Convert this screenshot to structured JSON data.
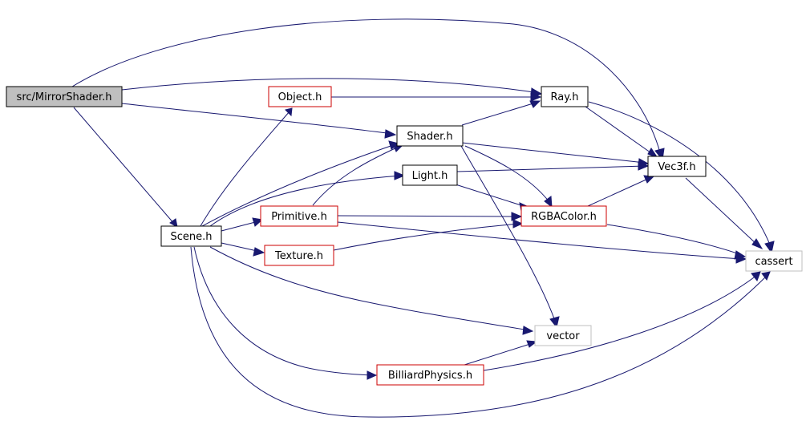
{
  "diagram": {
    "nodes": [
      {
        "id": "mirror",
        "label": "src/MirrorShader.h",
        "fill": "#bfbfbf",
        "stroke": "#000000"
      },
      {
        "id": "object",
        "label": "Object.h",
        "fill": "#ffffff",
        "stroke": "#cc0000"
      },
      {
        "id": "ray",
        "label": "Ray.h",
        "fill": "#ffffff",
        "stroke": "#000000"
      },
      {
        "id": "shader",
        "label": "Shader.h",
        "fill": "#ffffff",
        "stroke": "#000000"
      },
      {
        "id": "vec3f",
        "label": "Vec3f.h",
        "fill": "#ffffff",
        "stroke": "#000000"
      },
      {
        "id": "light",
        "label": "Light.h",
        "fill": "#ffffff",
        "stroke": "#000000"
      },
      {
        "id": "scene",
        "label": "Scene.h",
        "fill": "#ffffff",
        "stroke": "#000000"
      },
      {
        "id": "primitive",
        "label": "Primitive.h",
        "fill": "#ffffff",
        "stroke": "#cc0000"
      },
      {
        "id": "rgba",
        "label": "RGBAColor.h",
        "fill": "#ffffff",
        "stroke": "#cc0000"
      },
      {
        "id": "texture",
        "label": "Texture.h",
        "fill": "#ffffff",
        "stroke": "#cc0000"
      },
      {
        "id": "cassert",
        "label": "cassert",
        "fill": "#ffffff",
        "stroke": "#bfbfbf"
      },
      {
        "id": "vector",
        "label": "vector",
        "fill": "#ffffff",
        "stroke": "#bfbfbf"
      },
      {
        "id": "billiard",
        "label": "BilliardPhysics.h",
        "fill": "#ffffff",
        "stroke": "#cc0000"
      }
    ],
    "edges": [
      {
        "from": "mirror",
        "to": "vec3f"
      },
      {
        "from": "mirror",
        "to": "ray"
      },
      {
        "from": "mirror",
        "to": "shader"
      },
      {
        "from": "mirror",
        "to": "scene"
      },
      {
        "from": "object",
        "to": "ray"
      },
      {
        "from": "ray",
        "to": "vec3f"
      },
      {
        "from": "ray",
        "to": "cassert"
      },
      {
        "from": "shader",
        "to": "ray"
      },
      {
        "from": "shader",
        "to": "vec3f"
      },
      {
        "from": "shader",
        "to": "rgba"
      },
      {
        "from": "shader",
        "to": "vector"
      },
      {
        "from": "vec3f",
        "to": "cassert"
      },
      {
        "from": "light",
        "to": "vec3f"
      },
      {
        "from": "light",
        "to": "rgba"
      },
      {
        "from": "rgba",
        "to": "vec3f"
      },
      {
        "from": "rgba",
        "to": "cassert"
      },
      {
        "from": "scene",
        "to": "object"
      },
      {
        "from": "scene",
        "to": "shader"
      },
      {
        "from": "scene",
        "to": "light"
      },
      {
        "from": "scene",
        "to": "primitive"
      },
      {
        "from": "scene",
        "to": "texture"
      },
      {
        "from": "scene",
        "to": "vector"
      },
      {
        "from": "scene",
        "to": "billiard"
      },
      {
        "from": "scene",
        "to": "cassert"
      },
      {
        "from": "primitive",
        "to": "shader"
      },
      {
        "from": "primitive",
        "to": "rgba"
      },
      {
        "from": "primitive",
        "to": "cassert"
      },
      {
        "from": "texture",
        "to": "rgba"
      },
      {
        "from": "billiard",
        "to": "vector"
      },
      {
        "from": "billiard",
        "to": "cassert"
      }
    ]
  }
}
